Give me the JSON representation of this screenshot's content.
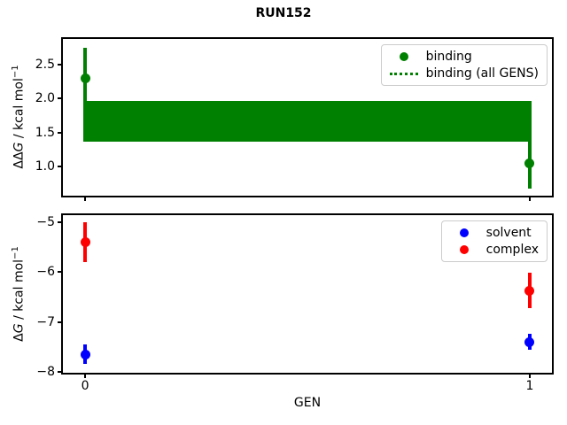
{
  "title": "RUN152",
  "xlabel": "GEN",
  "colors": {
    "binding": "#008000",
    "solvent": "#0000ff",
    "complex": "#ff0000",
    "axis": "#000000",
    "legend_border": "#cccccc",
    "background": "#ffffff"
  },
  "chart_data": [
    {
      "type": "scatter",
      "panel": "top",
      "title": "RUN152",
      "ylabel": "ΔΔG / kcal mol⁻¹",
      "ylabel_parts": {
        "prefix": "ΔΔ",
        "variable": "G",
        "rest": " / kcal mol",
        "superscript": "−1"
      },
      "xlabel": "",
      "xlim": [
        -0.05,
        1.05
      ],
      "ylim": [
        0.57,
        2.88
      ],
      "ytick_values": [
        2.5,
        2.0,
        1.5,
        1.0
      ],
      "ytick_labels": [
        "2.5",
        "2.0",
        "1.5",
        "1.0"
      ],
      "xtick_values": [
        0,
        1
      ],
      "xtick_labels": [
        "",
        ""
      ],
      "grid": false,
      "legend_position": "upper right",
      "series": [
        {
          "name": "binding",
          "color": "binding",
          "x": [
            0,
            1
          ],
          "y": [
            2.3,
            1.05
          ],
          "yerr": [
            0.45,
            0.37
          ]
        }
      ],
      "band": {
        "label": "binding (all GENS)",
        "color": "binding",
        "x": [
          0,
          1
        ],
        "low": 1.36,
        "high": 1.97
      },
      "legend": [
        {
          "label": "binding",
          "handle": "dot",
          "color": "binding"
        },
        {
          "label": "binding (all GENS)",
          "handle": "dotted-line",
          "color": "binding"
        }
      ]
    },
    {
      "type": "scatter",
      "panel": "bottom",
      "ylabel": "ΔG / kcal mol⁻¹",
      "ylabel_parts": {
        "prefix": "Δ",
        "variable": "G",
        "rest": " / kcal mol",
        "superscript": "−1"
      },
      "xlabel": "GEN",
      "xlim": [
        -0.05,
        1.05
      ],
      "ylim": [
        -8.02,
        -4.86
      ],
      "ytick_values": [
        -5,
        -6,
        -7,
        -8
      ],
      "ytick_labels": [
        "−5",
        "−6",
        "−7",
        "−8"
      ],
      "xtick_values": [
        0,
        1
      ],
      "xtick_labels": [
        "0",
        "1"
      ],
      "grid": false,
      "legend_position": "upper right",
      "series": [
        {
          "name": "solvent",
          "color": "solvent",
          "x": [
            0,
            1
          ],
          "y": [
            -7.65,
            -7.4
          ],
          "yerr": [
            0.2,
            0.16
          ]
        },
        {
          "name": "complex",
          "color": "complex",
          "x": [
            0,
            1
          ],
          "y": [
            -5.4,
            -6.37
          ],
          "yerr": [
            0.4,
            0.35
          ]
        }
      ],
      "legend": [
        {
          "label": "solvent",
          "handle": "dot",
          "color": "solvent"
        },
        {
          "label": "complex",
          "handle": "dot",
          "color": "complex"
        }
      ]
    }
  ]
}
